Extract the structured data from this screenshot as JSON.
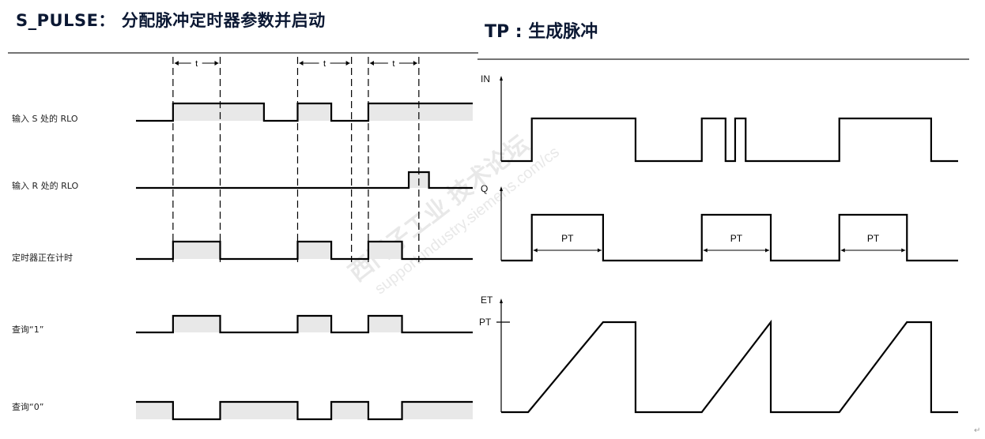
{
  "left": {
    "title": "S_PULSE： 分配脉冲定时器参数并启动",
    "interval_label": "t",
    "rows": [
      {
        "label": "输入 S 处的 RLO",
        "start": 0,
        "edges": [
          11,
          38,
          48,
          58,
          69
        ]
      },
      {
        "label": "输入 R 处的 RLO",
        "start": 0,
        "edges": [
          81,
          87
        ]
      },
      {
        "label": "定时器正在计时",
        "start": 0,
        "edges": [
          11,
          25,
          48,
          58,
          69,
          79
        ]
      },
      {
        "label": "查询“1”",
        "start": 0,
        "edges": [
          11,
          25,
          48,
          58,
          69,
          79
        ]
      },
      {
        "label": "查询“0”",
        "start": 1,
        "edges": [
          11,
          25,
          48,
          58,
          69,
          79
        ]
      }
    ],
    "dashed_markers": [
      11,
      25,
      48,
      64,
      69,
      84
    ],
    "intervals": [
      [
        11,
        25
      ],
      [
        48,
        64
      ],
      [
        69,
        84
      ]
    ],
    "colors": {
      "line": "#000000",
      "shade": "#e8e8e8"
    }
  },
  "right": {
    "title": "TP : 生成脉冲",
    "in": {
      "label": "IN",
      "start": 0,
      "edges": [
        6.7,
        29.4,
        43.9,
        49.1,
        51.2,
        53.5,
        74,
        94.1
      ]
    },
    "q": {
      "label": "Q",
      "start": 0,
      "edges": [
        6.7,
        22.3,
        43.9,
        59,
        74,
        88.8
      ],
      "pt_label": "PT",
      "pt_spans": [
        [
          6.7,
          22.3
        ],
        [
          43.9,
          59
        ],
        [
          74,
          88.8
        ]
      ]
    },
    "et": {
      "label": "ET",
      "pt_label": "PT",
      "points": [
        [
          0,
          0
        ],
        [
          5.9,
          0
        ],
        [
          22.3,
          1
        ],
        [
          29.4,
          1
        ],
        [
          29.4,
          0
        ],
        [
          43.9,
          0
        ],
        [
          59,
          1
        ],
        [
          59,
          0
        ],
        [
          74,
          0
        ],
        [
          88.8,
          1
        ],
        [
          94.1,
          1
        ],
        [
          94.1,
          0
        ],
        [
          100,
          0
        ]
      ]
    }
  },
  "watermark": {
    "line1": "西门子工业 技术论坛",
    "line2": "support.industry.siemens.com/cs"
  },
  "return_mark": "↵"
}
